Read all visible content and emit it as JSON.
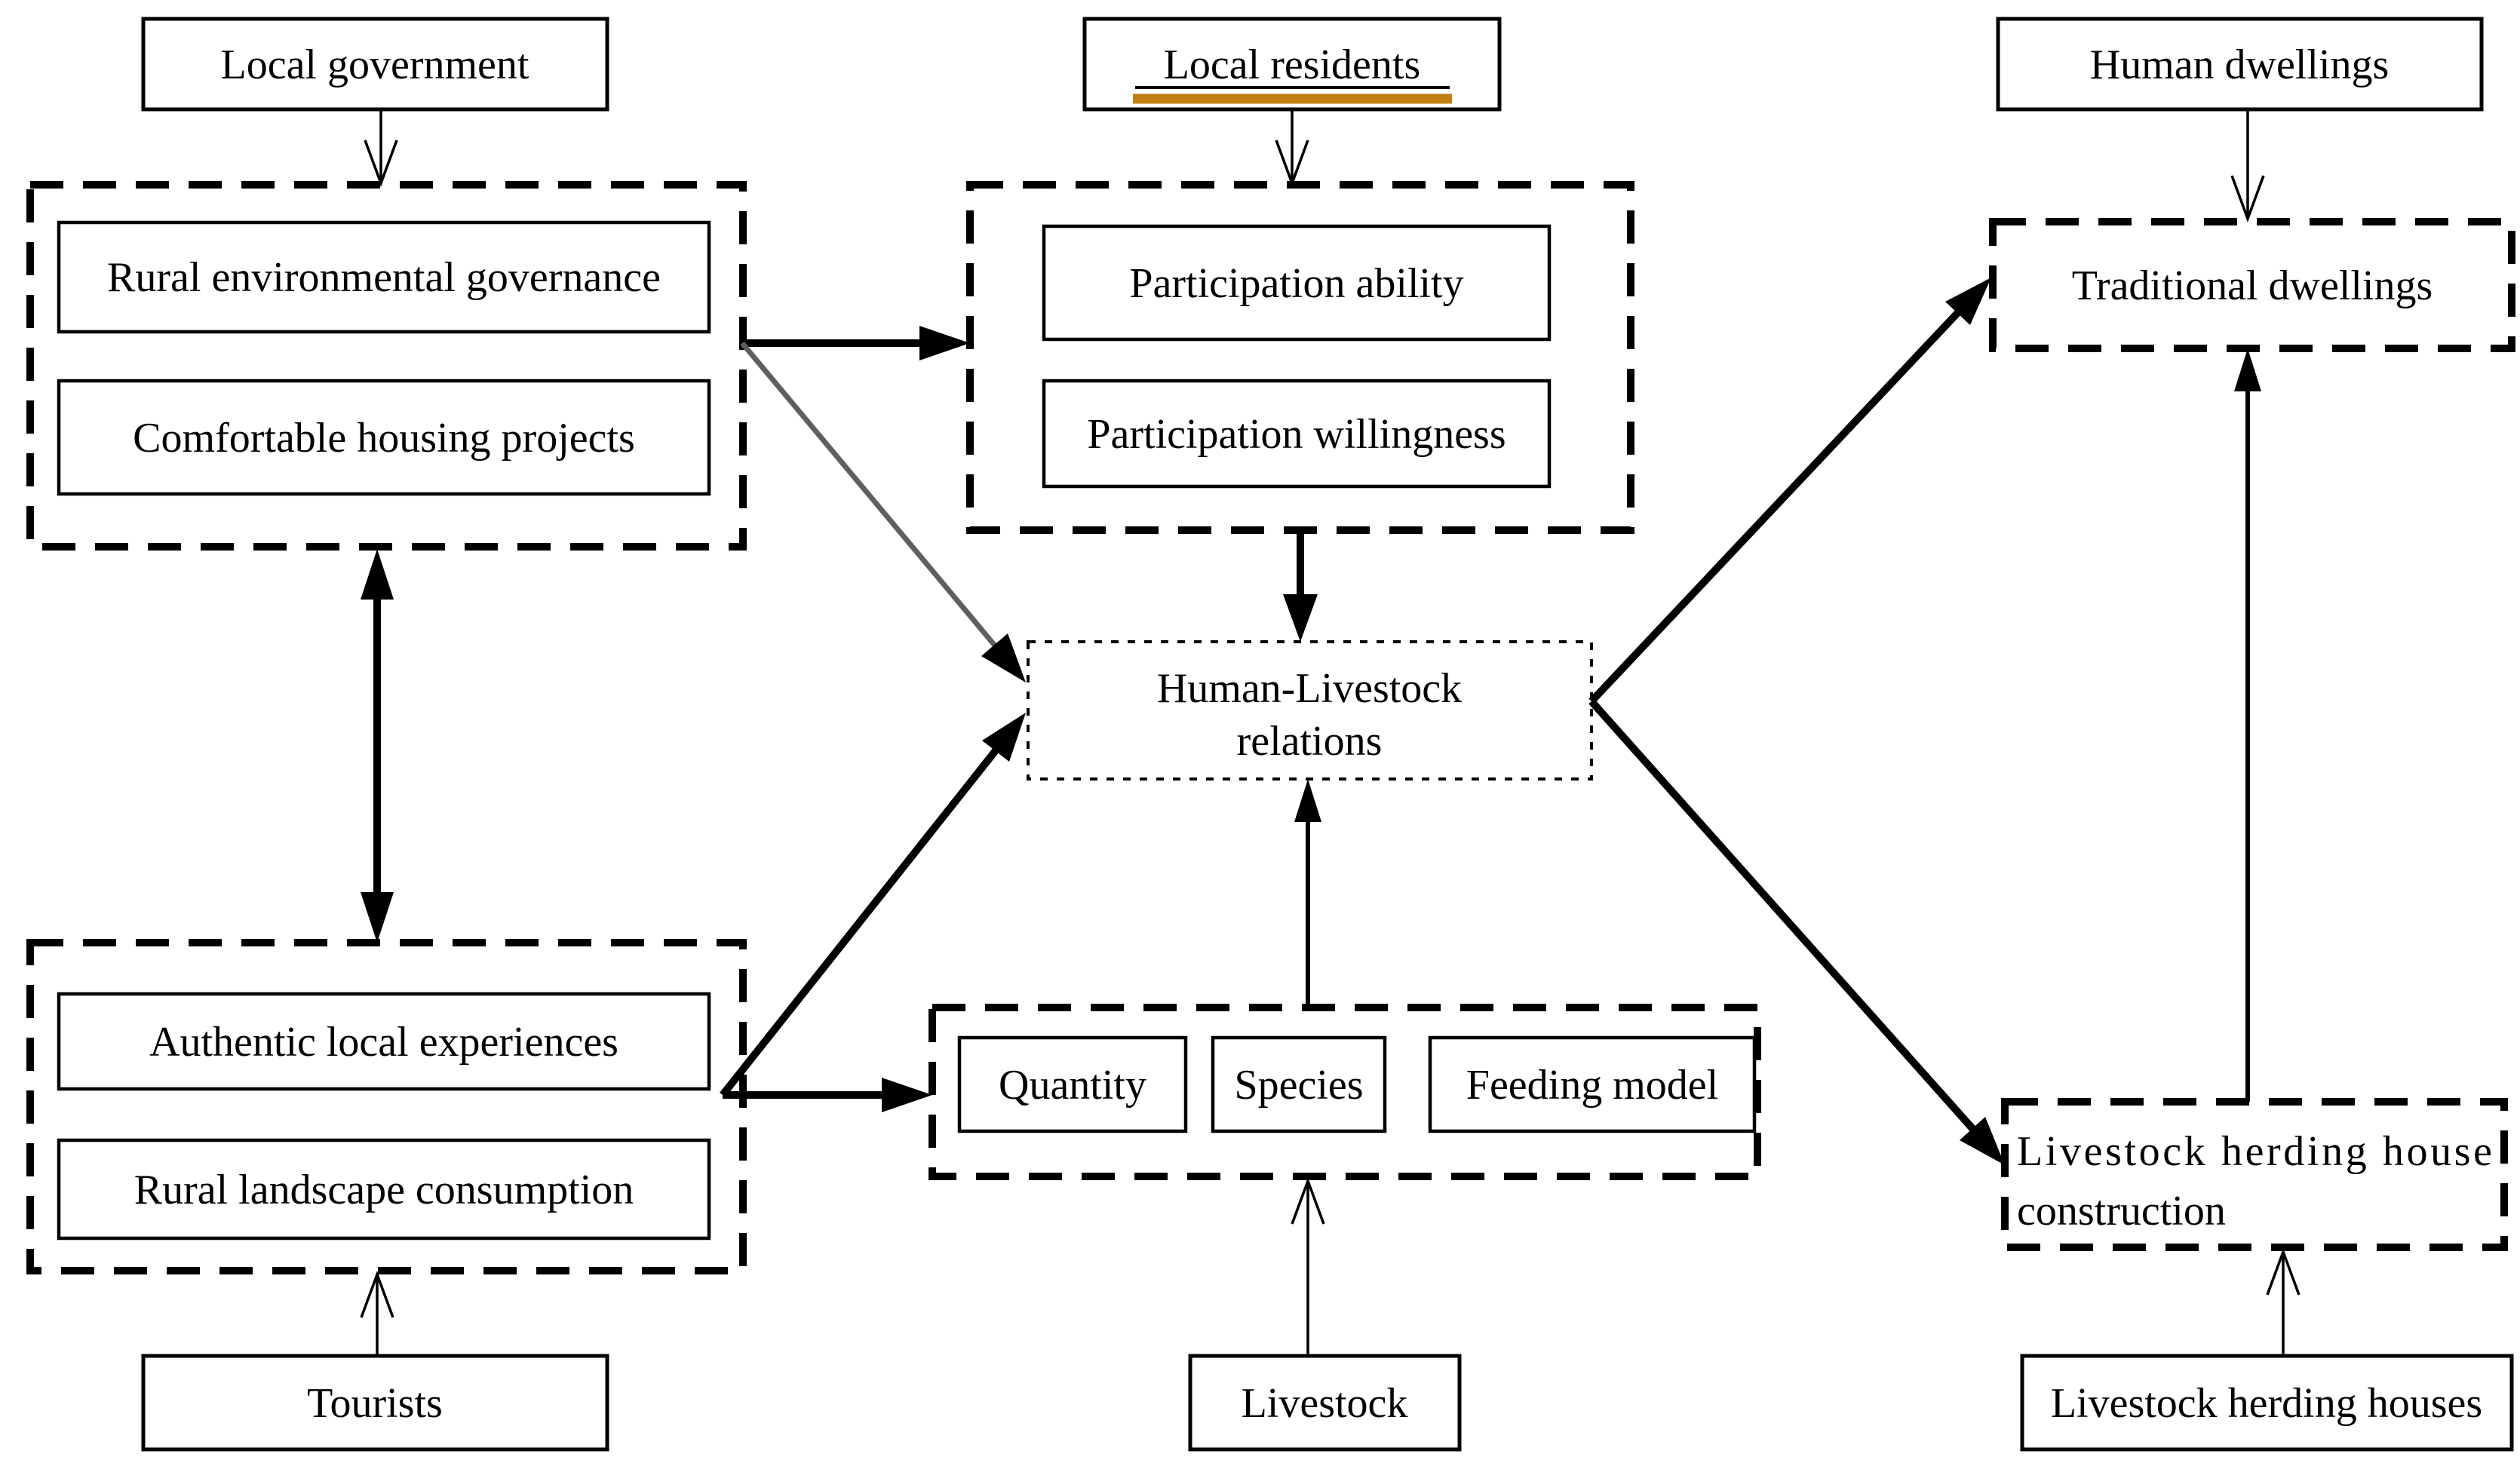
{
  "diagram": {
    "type": "flow-diagram",
    "nodes": {
      "local_government": {
        "label": "Local government"
      },
      "local_residents": {
        "label": "Local residents"
      },
      "human_dwellings": {
        "label": "Human dwellings"
      },
      "rural_environmental_governance": {
        "label": "Rural environmental governance"
      },
      "comfortable_housing_projects": {
        "label": "Comfortable housing projects"
      },
      "participation_ability": {
        "label": "Participation ability"
      },
      "participation_willingness": {
        "label": "Participation willingness"
      },
      "traditional_dwellings": {
        "label": "Traditional dwellings"
      },
      "human_livestock_relations": {
        "line1": "Human-Livestock",
        "line2": "relations"
      },
      "authentic_local_experiences": {
        "label": "Authentic local experiences"
      },
      "rural_landscape_consumption": {
        "label": "Rural landscape consumption"
      },
      "quantity": {
        "label": "Quantity"
      },
      "species": {
        "label": "Species"
      },
      "feeding_model": {
        "label": "Feeding model"
      },
      "livestock_herding_house_construction": {
        "line1": "Livestock herding house",
        "line2": "construction"
      },
      "tourists": {
        "label": "Tourists"
      },
      "livestock": {
        "label": "Livestock"
      },
      "livestock_herding_houses": {
        "label": "Livestock herding houses"
      }
    },
    "edges": [
      {
        "from": "local_government",
        "to": "government_policy_group",
        "style": "thin-open-arrow"
      },
      {
        "from": "local_residents",
        "to": "participation_group",
        "style": "thin-open-arrow"
      },
      {
        "from": "human_dwellings",
        "to": "traditional_dwellings",
        "style": "thin-open-arrow"
      },
      {
        "from": "tourists",
        "to": "tourism_group",
        "style": "thin-open-arrow"
      },
      {
        "from": "livestock",
        "to": "livestock_attributes_group",
        "style": "thin-open-arrow"
      },
      {
        "from": "livestock_herding_houses",
        "to": "livestock_herding_house_construction",
        "style": "thin-open-arrow"
      },
      {
        "from": "government_policy_group",
        "to": "participation_group",
        "style": "thick-arrow"
      },
      {
        "from": "government_policy_group",
        "to": "human_livestock_relations",
        "style": "gray-arrow"
      },
      {
        "from": "government_policy_group",
        "to": "tourism_group",
        "style": "thick-double-headed-arrow"
      },
      {
        "from": "participation_group",
        "to": "human_livestock_relations",
        "style": "thick-arrow"
      },
      {
        "from": "tourism_group",
        "to": "livestock_attributes_group",
        "style": "thick-arrow"
      },
      {
        "from": "tourism_group",
        "to": "human_livestock_relations",
        "style": "thick-arrow"
      },
      {
        "from": "livestock_attributes_group",
        "to": "human_livestock_relations",
        "style": "medium-arrow"
      },
      {
        "from": "human_livestock_relations",
        "to": "traditional_dwellings",
        "style": "thick-arrow"
      },
      {
        "from": "human_livestock_relations",
        "to": "livestock_herding_house_construction",
        "style": "thick-arrow"
      },
      {
        "from": "livestock_herding_house_construction",
        "to": "traditional_dwellings",
        "style": "medium-arrow"
      }
    ],
    "colors": {
      "ink": "#000000",
      "background": "#ffffff",
      "residents_underline": "#c07f10",
      "gray_arrow": "#5f5f5f"
    }
  }
}
